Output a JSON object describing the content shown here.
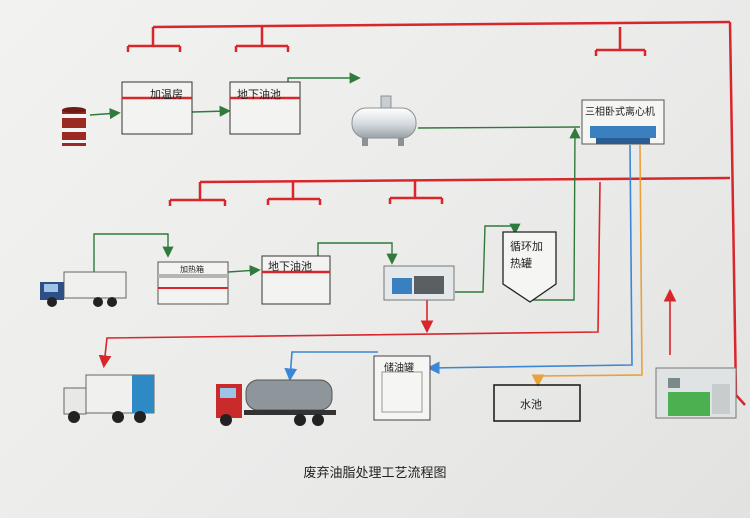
{
  "diagram": {
    "title": "废弃油脂处理工艺流程图",
    "nodes": {
      "heating_room": "加温房",
      "underground_pool_1": "地下油池",
      "centrifuge": "三相卧式离心机",
      "heating_box": "加热箱",
      "underground_pool_2": "地下油池",
      "circulation_tank": "循环加热罐",
      "storage_tank": "储油罐",
      "water_pool": "水池"
    },
    "colors": {
      "steam_line": "#d8262b",
      "oil_line": "#2f7a3c",
      "water_line": "#3b86d6",
      "waste_line": "#e9a23b"
    }
  }
}
